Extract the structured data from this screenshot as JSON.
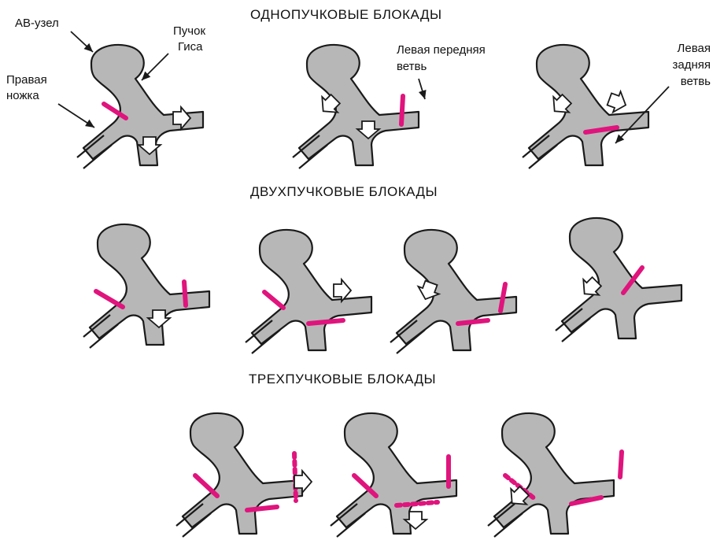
{
  "titles": {
    "single": "ОДНОПУЧКОВЫЕ БЛОКАДЫ",
    "double": "ДВУХПУЧКОВЫЕ БЛОКАДЫ",
    "triple": "ТРЕХПУЧКОВЫЕ БЛОКАДЫ"
  },
  "labels": {
    "av_node": "АВ-узел",
    "his_line1": "Пучок",
    "his_line2": "Гиса",
    "right_line1": "Правая",
    "right_line2": "ножка",
    "lant_line1": "Левая передняя",
    "lant_line2": "ветвь",
    "lpost_line1": "Левая",
    "lpost_line2": "задняя",
    "lpost_line3": "ветвь"
  },
  "colors": {
    "conduction": "#b7b7b7",
    "outline": "#1a1a1a",
    "block": "#e0147d",
    "arrow_fill": "#ffffff"
  }
}
